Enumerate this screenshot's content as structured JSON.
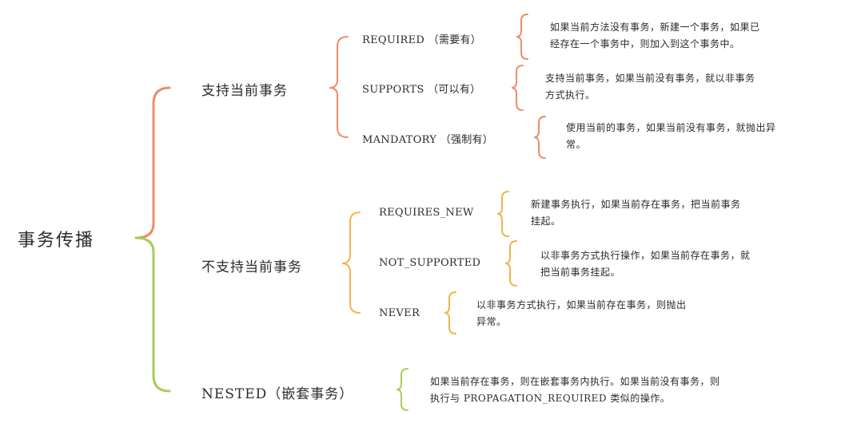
{
  "root": {
    "label": "事务传播"
  },
  "colors": {
    "support": "#ee8c6a",
    "not_support": "#f0b44e",
    "nested": "#a8cd57"
  },
  "categories": [
    {
      "label": "支持当前事务",
      "modes": [
        {
          "name": "REQUIRED （需要有）",
          "desc": [
            "如果当前方法没有事务，新建一个事务，如果已",
            "经存在一个事务中，则加入到这个事务中。"
          ]
        },
        {
          "name": "SUPPORTS （可以有）",
          "desc": [
            "支持当前事务，如果当前没有事务，就以非事务",
            "方式执行。"
          ]
        },
        {
          "name": "MANDATORY （强制有）",
          "desc": [
            "使用当前的事务，如果当前没有事务，就抛出异",
            "常。"
          ]
        }
      ]
    },
    {
      "label": "不支持当前事务",
      "modes": [
        {
          "name": "REQUIRES_NEW",
          "desc": [
            "新建事务执行，如果当前存在事务，把当前事务",
            "挂起。"
          ]
        },
        {
          "name": "NOT_SUPPORTED",
          "desc": [
            "以非事务方式执行操作，如果当前存在事务，就",
            "把当前事务挂起。"
          ]
        },
        {
          "name": "NEVER",
          "desc": [
            "以非事务方式执行，如果当前存在事务，则抛出",
            "异常。"
          ]
        }
      ]
    },
    {
      "label": "NESTED（嵌套事务）",
      "desc": [
        "如果当前存在事务，则在嵌套事务内执行。如果当前没有事务，则",
        "执行与 PROPAGATION_REQUIRED 类似的操作。"
      ]
    }
  ]
}
